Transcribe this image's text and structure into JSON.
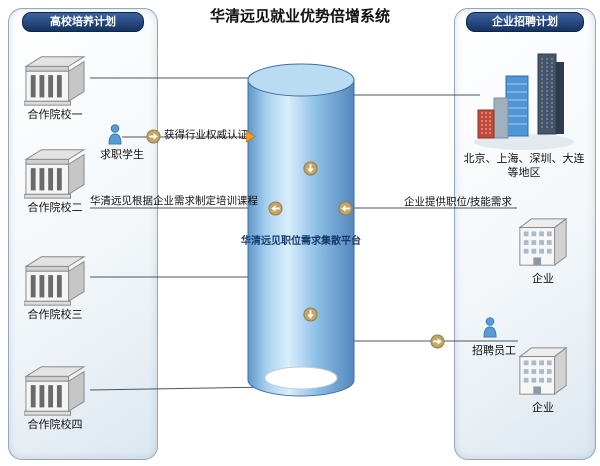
{
  "title": "华清远见就业优势倍增系统",
  "left_panel": {
    "header": "高校培养计划",
    "schools": [
      "合作院校一",
      "合作院校二",
      "合作院校三",
      "合作院校四"
    ]
  },
  "right_panel": {
    "header": "企业招聘计划",
    "region_line1": "北京、上海、深圳、大连",
    "region_line2": "等地区",
    "enterprises": [
      "企业",
      "企业"
    ]
  },
  "platform": {
    "label": "华清远见职位需求集散平台"
  },
  "labels": {
    "job_seeker": "求职学生",
    "certification": "获得行业权威认证",
    "training": "华清远见根据企业需求制定培训课程",
    "requirements": "企业提供职位/技能需求",
    "recruit": "招聘员工"
  },
  "colors": {
    "panel_header_bg": "#1c4077",
    "cylinder_blue": "#7fb5e0",
    "arrow_circle": "#c2a567",
    "highlight_arrow": "#f09e2e",
    "person_blue": "#5b9bd5",
    "city_red": "#c24a38"
  }
}
